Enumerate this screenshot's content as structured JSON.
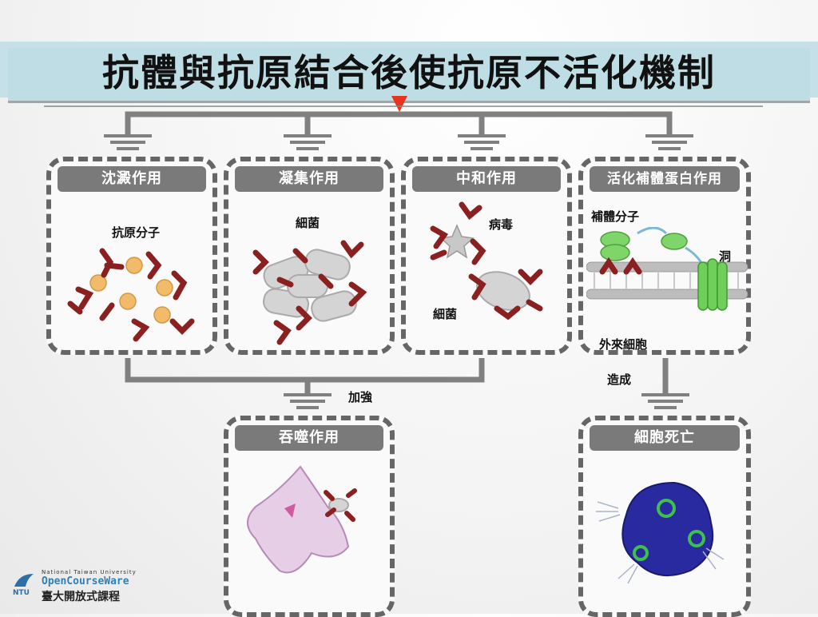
{
  "title": "抗體與抗原結合後使抗原不活化機制",
  "boxes": {
    "precipitation": {
      "header": "沈澱作用",
      "label": "抗原分子"
    },
    "agglutination": {
      "header": "凝集作用",
      "label": "細菌"
    },
    "neutralization": {
      "header": "中和作用",
      "label_virus": "病毒",
      "label_bacteria": "細菌"
    },
    "complement": {
      "header": "活化補體蛋白作用",
      "label_molecule": "補體分子",
      "label_hole": "洞",
      "label_cell": "外來細胞"
    },
    "phagocytosis": {
      "header": "吞噬作用"
    },
    "cell_death": {
      "header": "細胞死亡"
    }
  },
  "arrows": {
    "enhance": "加強",
    "cause": "造成"
  },
  "logo": {
    "line1": "National Taiwan University",
    "line2": "OpenCourseWare",
    "line3": "臺大開放式課程"
  },
  "colors": {
    "title_band": "#c5e0e6",
    "box_border": "#666666",
    "header_bg": "#7a7a7a",
    "antibody": "#8b2020",
    "pointer": "#e8341c"
  }
}
